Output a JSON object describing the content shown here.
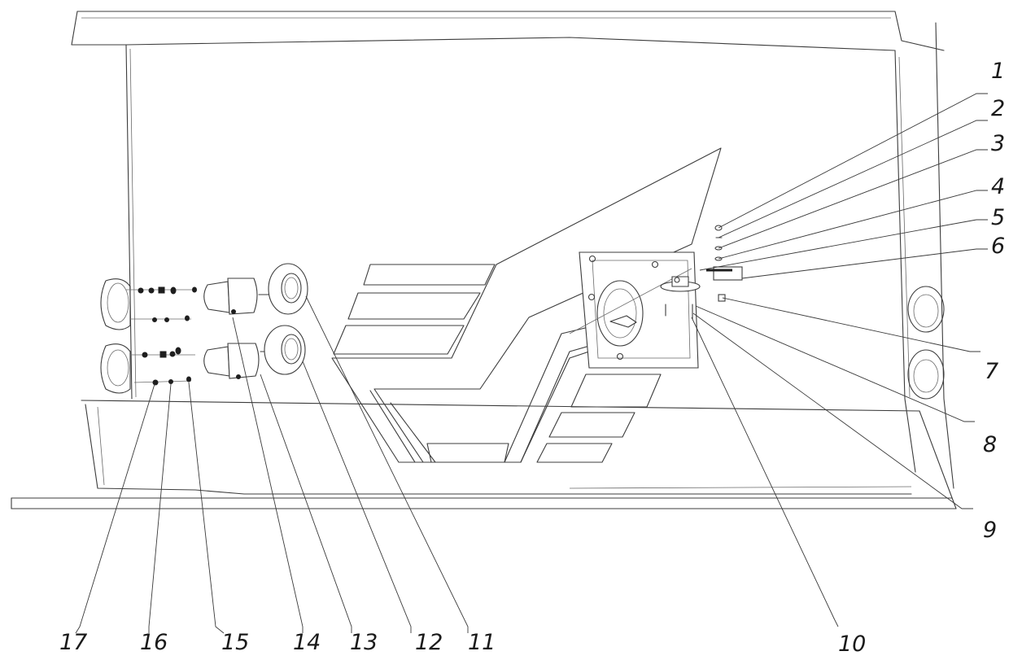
{
  "callouts": {
    "n1": "1",
    "n2": "2",
    "n3": "3",
    "n4": "4",
    "n5": "5",
    "n6": "6",
    "n7": "7",
    "n8": "8",
    "n9": "9",
    "n10": "10",
    "n11": "11",
    "n12": "12",
    "n13": "13",
    "n14": "14",
    "n15": "15",
    "n16": "16",
    "n17": "17"
  }
}
